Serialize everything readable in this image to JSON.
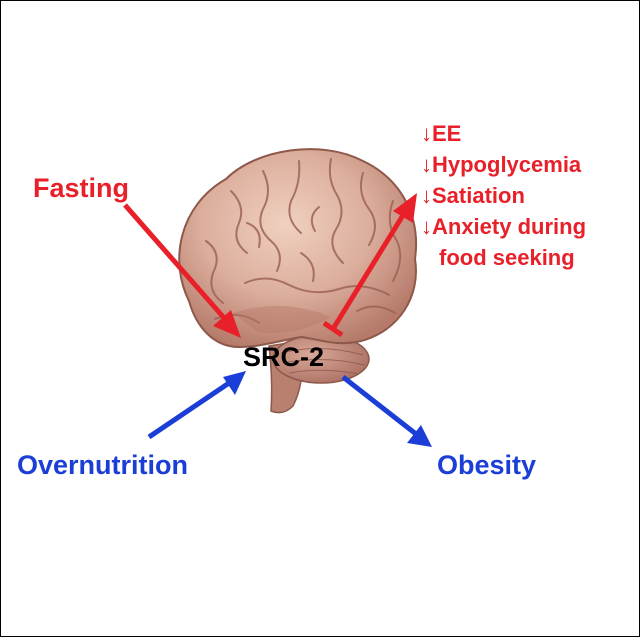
{
  "colors": {
    "fasting": "#e8202a",
    "overnutrition": "#1b3fd6",
    "text_black": "#000000",
    "brain_light": "#e7bfae",
    "brain_mid": "#d39f8c",
    "brain_dark": "#a8695a",
    "cerebellum": "#c98f7f"
  },
  "inputs": {
    "fasting_label": "Fasting",
    "overnutrition_label": "Overnutrition"
  },
  "center": {
    "label": "SRC-2"
  },
  "outputs": {
    "obesity_label": "Obesity",
    "fasting_effects": [
      {
        "arrow": "↓",
        "text": "EE"
      },
      {
        "arrow": "↓",
        "text": "Hypoglycemia"
      },
      {
        "arrow": "↓",
        "text": "Satiation"
      },
      {
        "arrow": "↓",
        "text": "Anxiety during"
      },
      {
        "arrow": "",
        "text": "food seeking"
      }
    ]
  }
}
